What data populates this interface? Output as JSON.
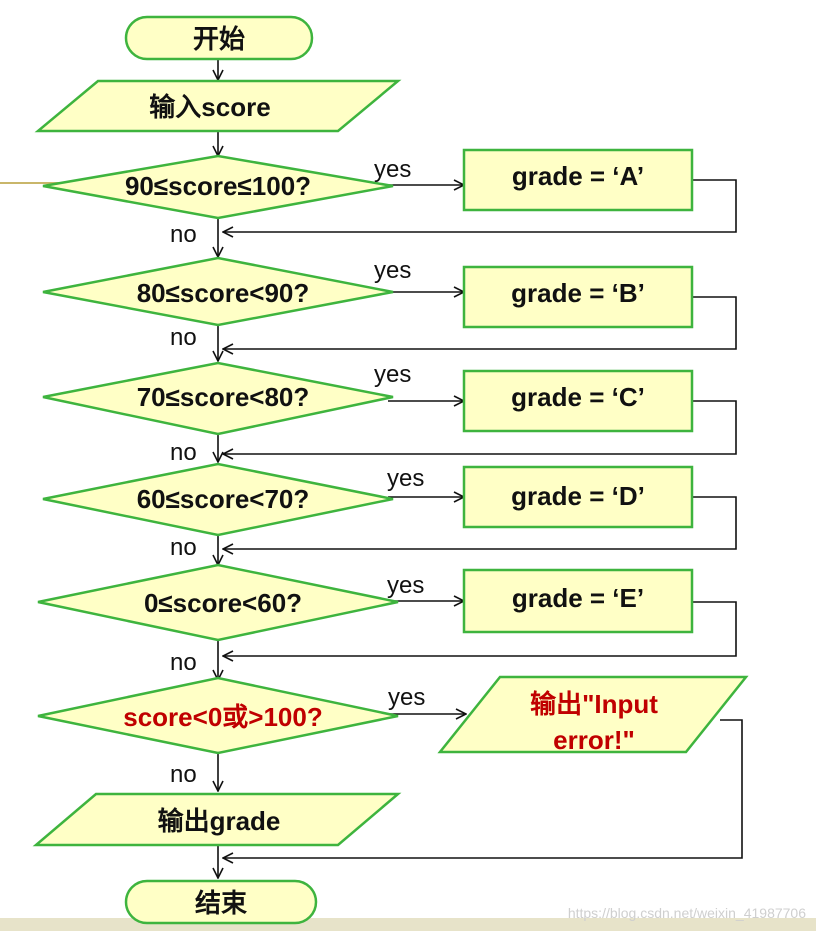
{
  "flowchart": {
    "start": "开始",
    "input": "输入score",
    "conditions": [
      {
        "text": "90≤score≤100?",
        "yes": "yes",
        "no": "no",
        "action": "grade = ‘A’"
      },
      {
        "text": "80≤score<90?",
        "yes": "yes",
        "no": "no",
        "action": "grade = ‘B’"
      },
      {
        "text": "70≤score<80?",
        "yes": "yes",
        "no": "no",
        "action": "grade = ‘C’"
      },
      {
        "text": "60≤score<70?",
        "yes": "yes",
        "no": "no",
        "action": "grade = ‘D’"
      },
      {
        "text": "0≤score<60?",
        "yes": "yes",
        "no": "no",
        "action": "grade = ‘E’"
      }
    ],
    "error_check": {
      "text": "score<0或>100?",
      "yes": "yes",
      "no": "no",
      "output_line1": "输出\"Input",
      "output_line2": "error!\""
    },
    "output": "输出grade",
    "end": "结束"
  },
  "watermark": "https://blog.csdn.net/weixin_41987706",
  "colors": {
    "fill": "#ffffc6",
    "stroke": "#3eb43e",
    "line": "#111111",
    "error_text": "#c00000",
    "bottom_band": "#e7e3c9"
  }
}
